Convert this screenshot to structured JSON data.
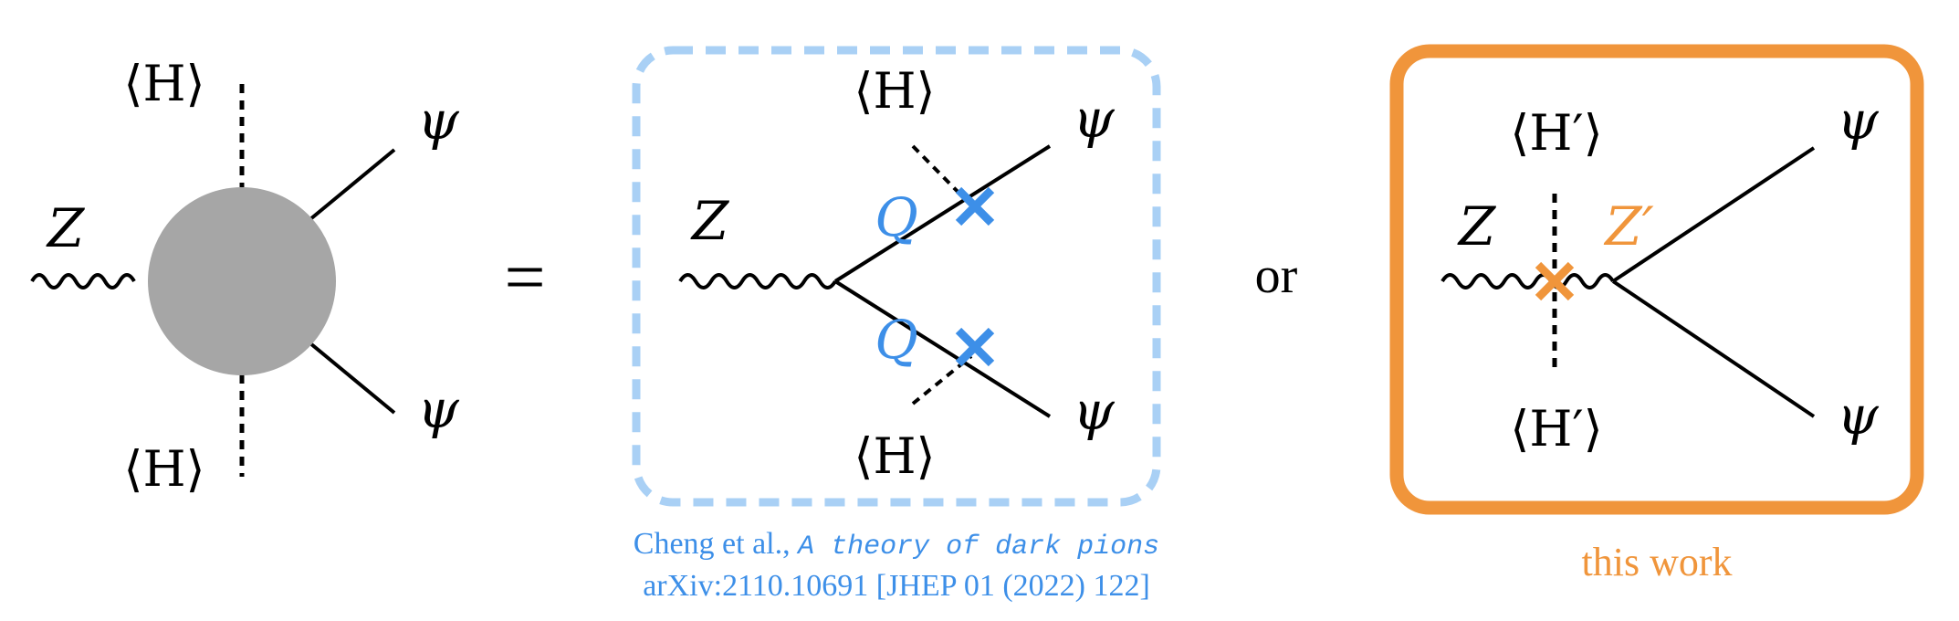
{
  "colors": {
    "ink": "#000000",
    "blob": "#a6a6a6",
    "blue": "#3d8fe8",
    "blue_light": "#a9d0f5",
    "orange": "#f0953b"
  },
  "left": {
    "vev_top": "⟨H⟩",
    "vev_bottom": "⟨H⟩",
    "boson": "Z",
    "fermion_top": "ψ",
    "fermion_bottom": "ψ"
  },
  "equals": "=",
  "middle": {
    "vev_top": "⟨H⟩",
    "vev_bottom": "⟨H⟩",
    "boson": "Z",
    "heavy_top": "Q",
    "heavy_bottom": "Q",
    "fermion_top": "ψ",
    "fermion_bottom": "ψ",
    "citation_line1_authors": "Cheng et al., ",
    "citation_line1_title": "A theory of dark pions",
    "citation_line2": "arXiv:2110.10691 [JHEP 01 (2022) 122]"
  },
  "or": "or",
  "right": {
    "vev_top": "⟨H′⟩",
    "vev_bottom": "⟨H′⟩",
    "boson": "Z",
    "boson_prime": "Z′",
    "fermion_top": "ψ",
    "fermion_bottom": "ψ",
    "caption": "this work"
  }
}
